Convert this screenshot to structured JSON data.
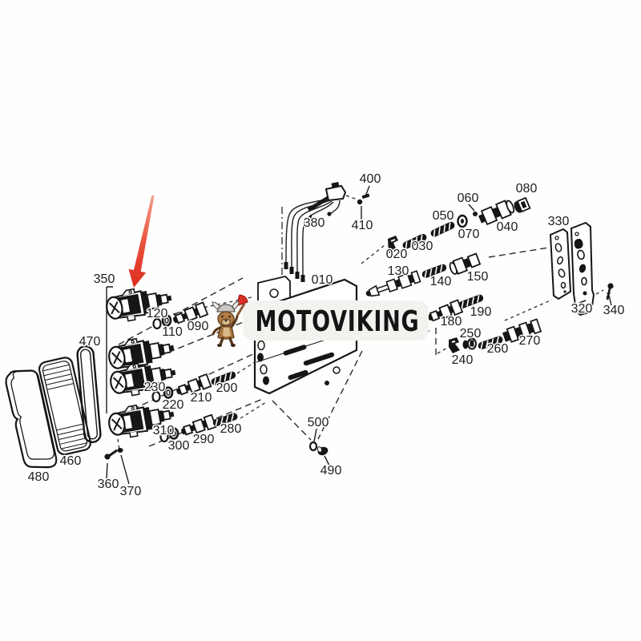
{
  "watermark": {
    "text": "MOTOVIKING",
    "pill_color": "#f3f2ef",
    "text_color": "#151515"
  },
  "pointer": {
    "color": "#dd2b1c",
    "points_to_part": "350"
  },
  "labels": {
    "l010": "010",
    "l020": "020",
    "l030": "030",
    "l040": "040",
    "l050": "050",
    "l060": "060",
    "l070": "070",
    "l080": "080",
    "l090": "090",
    "l110": "110",
    "l120": "120",
    "l130": "130",
    "l140": "140",
    "l150": "150",
    "l180": "180",
    "l190": "190",
    "l200": "200",
    "l210": "210",
    "l220": "220",
    "l230": "230",
    "l240": "240",
    "l250": "250",
    "l260": "260",
    "l270": "270",
    "l280": "280",
    "l290": "290",
    "l300": "300",
    "l310": "310",
    "l320": "320",
    "l330": "330",
    "l340": "340",
    "l350": "350",
    "l360": "360",
    "l370": "370",
    "l380": "380",
    "l400": "400",
    "l410": "410",
    "l460": "460",
    "l470": "470",
    "l480": "480",
    "l490": "490",
    "l500": "500"
  }
}
